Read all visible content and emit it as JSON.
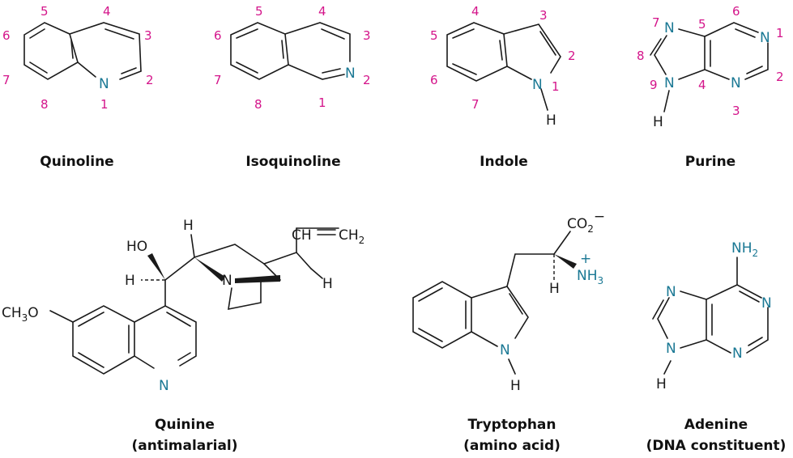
{
  "structures": [
    {
      "id": "quinoline",
      "name": "Quinoline",
      "numbers": [
        "1",
        "2",
        "3",
        "4",
        "5",
        "6",
        "7",
        "8"
      ],
      "atoms": {
        "n": "N"
      }
    },
    {
      "id": "isoquinoline",
      "name": "Isoquinoline",
      "numbers": [
        "1",
        "2",
        "3",
        "4",
        "5",
        "6",
        "7",
        "8"
      ],
      "atoms": {
        "n": "N"
      }
    },
    {
      "id": "indole",
      "name": "Indole",
      "numbers": [
        "1",
        "2",
        "3",
        "4",
        "5",
        "6",
        "7"
      ],
      "atoms": {
        "n": "N",
        "h": "H"
      }
    },
    {
      "id": "purine",
      "name": "Purine",
      "numbers": [
        "1",
        "2",
        "3",
        "4",
        "5",
        "6",
        "7",
        "8",
        "9"
      ],
      "atoms": {
        "n1": "N",
        "n3": "N",
        "n7": "N",
        "n9": "N",
        "h": "H"
      }
    },
    {
      "id": "quinine",
      "name": "Quinine",
      "subtitle": "(antimalarial)",
      "atoms": {
        "ho": "HO",
        "h_left": "H",
        "h_top": "H",
        "h_right": "H",
        "n_bridge": "N",
        "n_ring": "N",
        "methoxy": "CH",
        "methoxy_sub": "3",
        "methoxy_o": "O",
        "vinyl_ch": "CH",
        "vinyl_ch2": "CH",
        "vinyl_sub": "2"
      }
    },
    {
      "id": "tryptophan",
      "name": "Tryptophan",
      "subtitle": "(amino acid)",
      "atoms": {
        "co2": "CO",
        "co2_sub": "2",
        "co2_charge": "−",
        "nh3": "NH",
        "nh3_sub": "3",
        "nh3_charge": "+",
        "h_alpha": "H",
        "n": "N",
        "h": "H"
      }
    },
    {
      "id": "adenine",
      "name": "Adenine",
      "subtitle": "(DNA constituent)",
      "atoms": {
        "nh2": "NH",
        "nh2_sub": "2",
        "n1": "N",
        "n3": "N",
        "n7": "N",
        "n9": "N",
        "h": "H"
      }
    }
  ]
}
